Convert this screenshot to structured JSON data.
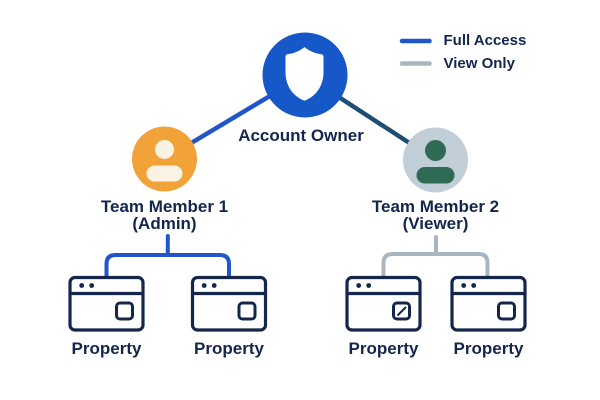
{
  "title": "Account access hierarchy diagram",
  "colors": {
    "background": "#ffffff",
    "full_access_blue": "#2156c8",
    "owner_circle_blue": "#1658c8",
    "owner_to_viewer_line": "#1d4e73",
    "view_only_gray": "#a9b5bf",
    "text_navy": "#14264d",
    "admin_circle_orange": "#f1a238",
    "admin_person_cream": "#faf2e2",
    "viewer_circle_gray": "#c1ced7",
    "viewer_person_green": "#2e6a54",
    "property_outline_navy": "#15264b"
  },
  "legend": {
    "items": [
      {
        "label": "Full Access",
        "color": "#2156c8"
      },
      {
        "label": "View Only",
        "color": "#a9b5bf"
      }
    ]
  },
  "nodes": {
    "account_owner": {
      "label": "Account Owner",
      "icon": "shield-icon"
    },
    "team_member_1": {
      "label": "Team Member 1",
      "role": "(Admin)",
      "icon": "person-icon"
    },
    "team_member_2": {
      "label": "Team Member 2",
      "role": "(Viewer)",
      "icon": "person-icon"
    },
    "properties": [
      {
        "label": "Property",
        "icon": "browser-window-icon"
      },
      {
        "label": "Property",
        "icon": "browser-window-icon"
      },
      {
        "label": "Property",
        "icon": "browser-window-edit-icon"
      },
      {
        "label": "Property",
        "icon": "browser-window-icon"
      }
    ]
  },
  "edges": [
    {
      "from": "account-owner",
      "to": "team-member-1",
      "access": "full"
    },
    {
      "from": "account-owner",
      "to": "team-member-2",
      "access": "view"
    },
    {
      "from": "team-member-1",
      "to": "property-1",
      "access": "full"
    },
    {
      "from": "team-member-1",
      "to": "property-2",
      "access": "full"
    },
    {
      "from": "team-member-2",
      "to": "property-3",
      "access": "view"
    },
    {
      "from": "team-member-2",
      "to": "property-4",
      "access": "view"
    }
  ]
}
